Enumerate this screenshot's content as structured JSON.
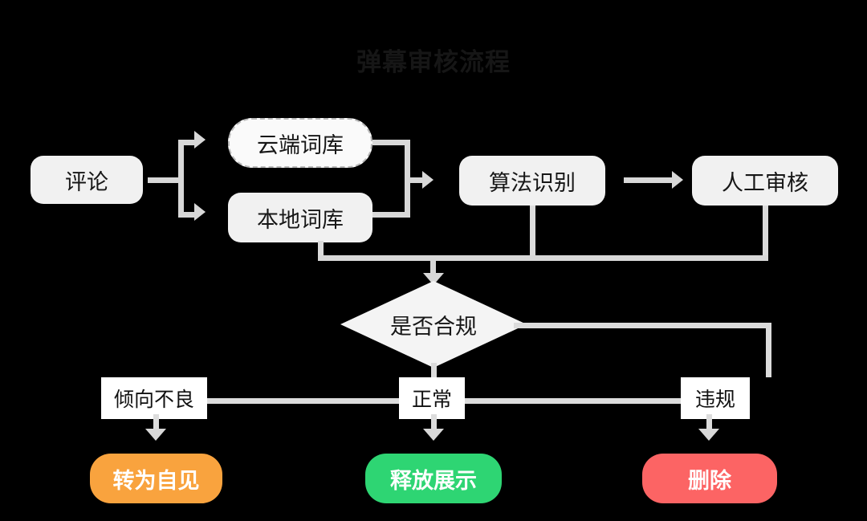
{
  "header": {
    "title": "弹幕审核流程"
  },
  "flow": {
    "nodes": [
      {
        "id": "comment",
        "label": "评论",
        "style": "solid"
      },
      {
        "id": "cloud-dict",
        "label": "云端词库",
        "style": "dashed"
      },
      {
        "id": "local-dict",
        "label": "本地词库",
        "style": "solid"
      },
      {
        "id": "algorithm",
        "label": "算法识别",
        "style": "solid"
      },
      {
        "id": "manual",
        "label": "人工审核",
        "style": "solid"
      }
    ],
    "decision": {
      "id": "compliant",
      "label": "是否合规"
    },
    "edge_labels": [
      {
        "id": "bad-tendency",
        "label": "倾向不良"
      },
      {
        "id": "normal",
        "label": "正常"
      },
      {
        "id": "violation",
        "label": "违规"
      }
    ],
    "actions": [
      {
        "id": "self-visible",
        "label": "转为自见",
        "color": "#f9a33e"
      },
      {
        "id": "release",
        "label": "释放展示",
        "color": "#2ed573"
      },
      {
        "id": "delete",
        "label": "删除",
        "color": "#fc6464"
      }
    ]
  },
  "colors": {
    "background": "#000000",
    "node_fill": "#f1f1f1",
    "node_text": "#171717",
    "connector": "#d8d8d8",
    "label_fill": "#ffffff",
    "title_text": "#161616",
    "orange": "#f9a33e",
    "green": "#2ed573",
    "red": "#fc6464"
  }
}
